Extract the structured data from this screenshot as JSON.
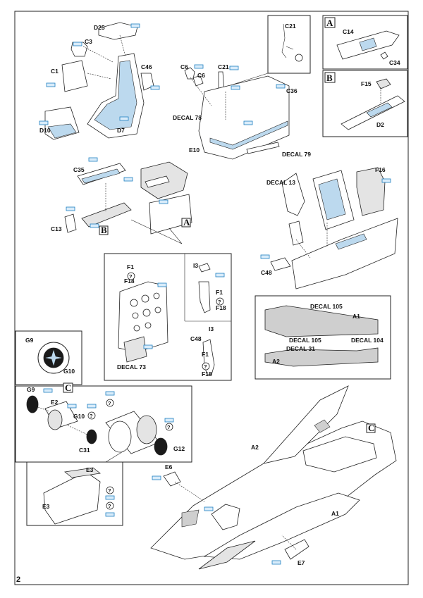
{
  "page": {
    "number": "2"
  },
  "colors": {
    "photoetch_blue": "#bcd9ee",
    "chip_fill": "#d9ecfa",
    "chip_stroke": "#1e7fc1",
    "line": "#222222"
  },
  "boxes": {
    "a": "A",
    "b": "B",
    "c": "C"
  },
  "labels": {
    "d25": "D25",
    "c21_top": "C21",
    "c3": "C3",
    "c1": "C1",
    "c46": "C46",
    "d7": "D7",
    "d10": "D10",
    "c6_a": "C6",
    "c6_b": "C6",
    "c21": "C21",
    "decal78": "DECAL 78",
    "c36": "C36",
    "e10": "E10",
    "decal79": "DECAL 79",
    "c14": "C14",
    "c34": "C34",
    "f15": "F15",
    "d2": "D2",
    "c35": "C35",
    "c13": "C13",
    "decal13": "DECAL 13",
    "f16": "F16",
    "c48_top": "C48",
    "f1_a": "F1",
    "f18_a": "F18",
    "i3_a": "I3",
    "f1_b": "F1",
    "f18_b": "F18",
    "decal73": "DECAL 73",
    "i3_b": "I3",
    "c48_b": "C48",
    "f1_c": "F1",
    "f18_c": "F18",
    "decal105_a": "DECAL 105",
    "a1_inset": "A1",
    "decal105_b": "DECAL 105",
    "decal104": "DECAL 104",
    "decal31": "DECAL 31",
    "a2_inset": "A2",
    "g9_inset": "G9",
    "g10_inset": "G10",
    "g9": "G9",
    "e2": "E2",
    "g10": "G10",
    "c31": "C31",
    "g12": "G12",
    "e3_a": "E3",
    "e3_b": "E3",
    "a2": "A2",
    "e6": "E6",
    "a1": "A1",
    "e7": "E7"
  },
  "hint_mark": "?"
}
